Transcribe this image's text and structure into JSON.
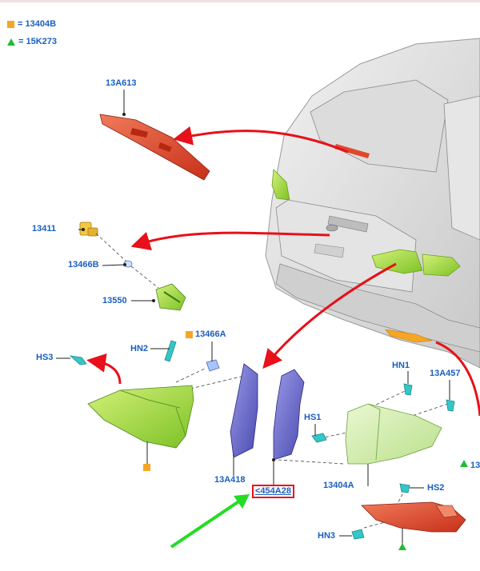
{
  "legend": [
    {
      "symbol": "orange-square",
      "text": "= 13404B"
    },
    {
      "symbol": "green-triangle",
      "text": "= 15K273"
    }
  ],
  "labels": {
    "l13A613": "13A613",
    "l13411": "13411",
    "l13466B": "13466B",
    "l13550": "13550",
    "lHS3": "HS3",
    "lHN2": "HN2",
    "l13466A": "13466A",
    "l13A418": "13A418",
    "l454A28": "<454A28",
    "lHN1": "HN1",
    "l13A457": "13A457",
    "lHS1": "HS1",
    "l13404A": "13404A",
    "lHS2": "HS2",
    "lHN3": "HN3",
    "l13cut": "13"
  },
  "colors": {
    "label": "#1a5fbf",
    "arrow_red": "#e8101a",
    "arrow_green": "#22dd22",
    "highlight_box": "#e8101a",
    "part_red": "#e0482a",
    "part_green": "#a8dc3c",
    "part_purple": "#6a6acc",
    "part_orange": "#f5a623"
  }
}
